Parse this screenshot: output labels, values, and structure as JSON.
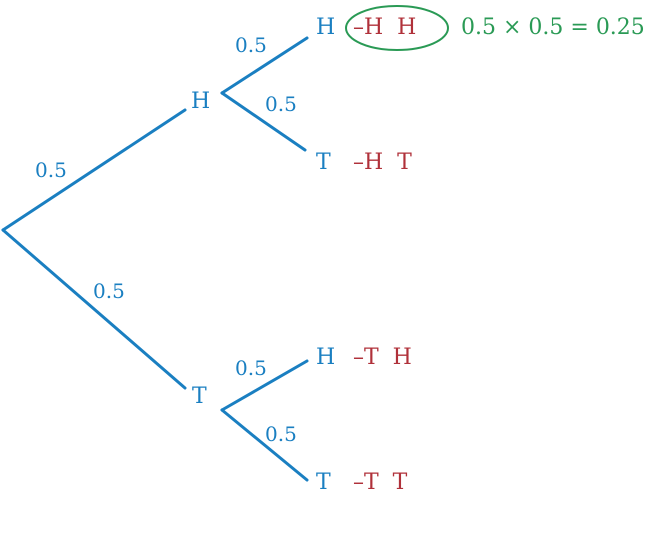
{
  "diagram": {
    "type": "probability-tree",
    "colors": {
      "branch": "#1a7fc1",
      "outcome": "#b0313a",
      "highlight": "#2a9a55"
    },
    "root_branches": [
      {
        "probability": "0.5",
        "node": "H"
      },
      {
        "probability": "0.5",
        "node": "T"
      }
    ],
    "second_level": {
      "H": [
        {
          "probability": "0.5",
          "leaf": "H",
          "outcome": "–H  H"
        },
        {
          "probability": "0.5",
          "leaf": "T",
          "outcome": "–H  T"
        }
      ],
      "T": [
        {
          "probability": "0.5",
          "leaf": "H",
          "outcome": "–T  H"
        },
        {
          "probability": "0.5",
          "leaf": "T",
          "outcome": "–T  T"
        }
      ]
    },
    "highlight": {
      "outcome": "–H  H",
      "calculation": "0.5 × 0.5 = 0.25"
    }
  }
}
